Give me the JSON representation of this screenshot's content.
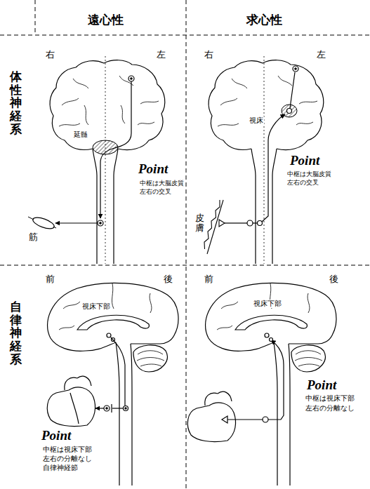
{
  "diagram": {
    "labels": [
      "遠心性",
      "求心性",
      "体性神経系",
      "右",
      "左",
      "延髄",
      "Point",
      "中枢は大脳皮質",
      "左右の交叉",
      "筋",
      "右",
      "左",
      "視床",
      "Point",
      "中枢は大脳皮質",
      "左右の交叉",
      "皮膚",
      "自律神経系",
      "前",
      "後",
      "視床下部",
      "Point",
      "中枢は視床下部",
      "左右の分離なし",
      "自律神経節",
      "前",
      "後",
      "視床下部",
      "Point",
      "中枢は視床下部",
      "左右の分離なし"
    ]
  }
}
